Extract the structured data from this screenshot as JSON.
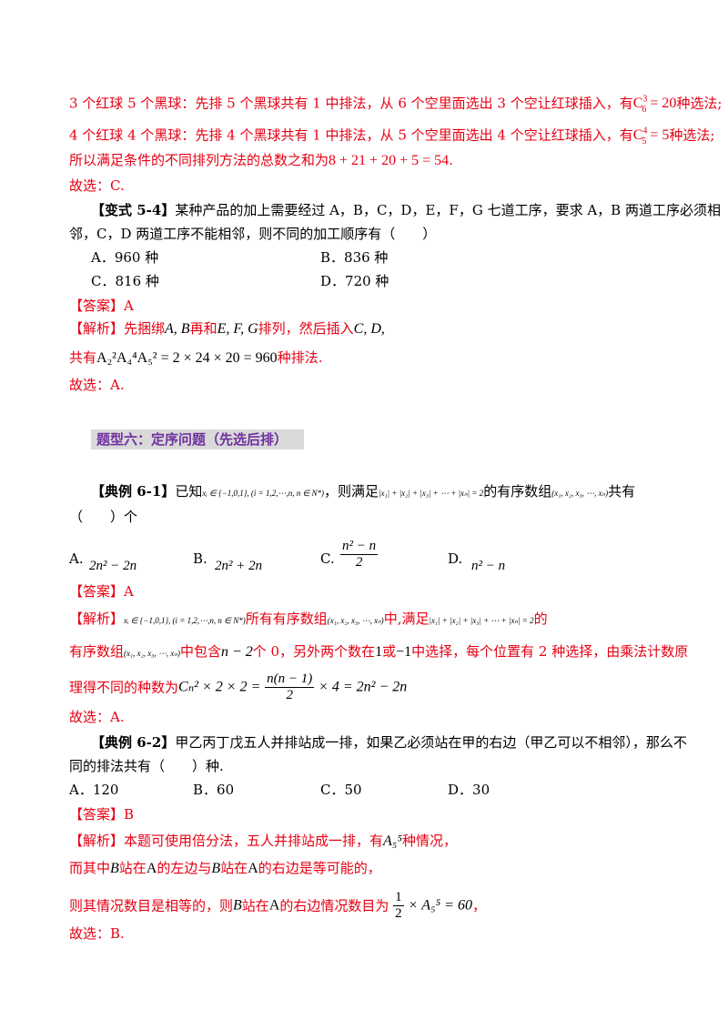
{
  "s1": {
    "l1_text": "3 个红球 5 个黑球：先排 5 个黑球共有 1 中排法，从 6 个空里面选出 3 个空让红球插入，有",
    "l1_math": "C",
    "l1_sup": "3",
    "l1_sub": "6",
    "l1_eq": "= 20",
    "l1_tail": "种选法;",
    "l2_text": "4 个红球 4 个黑球：先排 4 个黑球共有 1 中排法，从 5 个空里面选出 4 个空让红球插入，有",
    "l2_math": "C",
    "l2_sup": "4",
    "l2_sub": "5",
    "l2_eq": "= 5",
    "l2_tail": "种选法;",
    "l3_text": "所以满足条件的不同排列方法的总数之和为",
    "l3_math": "8 + 21 + 20 + 5 = 54",
    "l3_tail": ".",
    "choose": "故选：C."
  },
  "q54": {
    "tag": "【变式 5-4】",
    "line1": "某种产品的加上需要经过 A，B，C，D，E，F，G 七道工序，要求 A，B 两道工序必须相",
    "line2": "邻，C，D 两道工序不能相邻，则不同的加工顺序有（　　）",
    "options": [
      "A．960 种",
      "B．836 种",
      "C．816 种",
      "D．720 种"
    ],
    "answer": "【答案】A",
    "analysis_tag": "【解析】",
    "a1": "先捆绑",
    "a1m1": "A, B",
    "a1b": "再和",
    "a1m2": "E, F, G",
    "a1c": "排列，然后插入",
    "a1m3": "C, D,",
    "a2": "共有",
    "a2m": "A₂²A₄⁴A₅² = 2 × 24 × 20 = 960",
    "a2tail": "种排法.",
    "choose": "故选：A."
  },
  "section_heading": "题型六：定序问题（先选后排）",
  "q61": {
    "tag": "【典例 6-1】",
    "t1": "已知",
    "m1": "xᵢ ∈ {−1,0,1}, (i = 1,2,⋯,n, n ∈ N*)",
    "t2": "，则满足",
    "m2": "|x₁| + |x₂| + |x₃| + ⋯ + |xₙ| = 2",
    "t3": "的有序数组",
    "m3": "(x₁, x₂, x₃, ⋯, xₙ)",
    "t4": "共有",
    "line2": "（　　）个",
    "opts": [
      "A.",
      "B.",
      "C.",
      "D."
    ],
    "optA": "2n² − 2n",
    "optB": "2n² + 2n",
    "optC_num": "n² − n",
    "optC_den": "2",
    "optD": "n² − n",
    "answer": "【答案】A",
    "analysis_tag": "【解析】",
    "a1m": "xᵢ ∈ {−1,0,1}, (i = 1,2,⋯,n, n ∈ N*)",
    "a1": "所有有序数组",
    "a1m2": "(x₁, x₂, x₃, ⋯, xₙ)",
    "a1b": "中,满足",
    "a1m3": "|x₁| + |x₂| + |x₃| + ⋯ + |xₙ| = 2",
    "a1c": "的",
    "a2": "有序数组",
    "a2m": "(x₁, x₂, x₃, ⋯, xₙ)",
    "a2b": "中包含",
    "a2m2": "n − 2",
    "a2c": "个 0，另外两个数在",
    "a2m3": "1",
    "a2d": "或",
    "a2m4": "−1",
    "a2e": "中选择，每个位置有 2 种选择，由乘法计数原",
    "a3": "理得不同的种数为",
    "a3m1": "Cₙ² × 2 × 2 =",
    "a3frac_num": "n(n − 1)",
    "a3frac_den": "2",
    "a3m2": "× 4 = 2n² − 2n",
    "choose": "故选：A."
  },
  "q62": {
    "tag": "【典例 6-2】",
    "line1": "甲乙丙丁戊五人并排站成一排，如果乙必须站在甲的右边（甲乙可以不相邻），那么不",
    "line2": "同的排法共有（　　）种.",
    "options": [
      "A．120",
      "B．60",
      "C．50",
      "D．30"
    ],
    "answer": "【答案】B",
    "analysis_tag": "【解析】",
    "a1": "本题可使用倍分法，五人并排站成一排，有",
    "a1m": "A₅⁵",
    "a1tail": "种情况，",
    "a2a": "而其中",
    "a2m1": "B",
    "a2b": "站在",
    "a2m2": "A",
    "a2c": "的左边与",
    "a2m3": "B",
    "a2d": "站在",
    "a2m4": "A",
    "a2e": "的右边是等可能的，",
    "a3a": "则其情况数目是相等的，则",
    "a3m1": "B",
    "a3b": "站在",
    "a3m2": "A",
    "a3c": "的右边情况数目为",
    "a3frac_num": "1",
    "a3frac_den": "2",
    "a3m3": "× A₅⁵ = 60",
    "a3tail": "，",
    "choose": "故选：B."
  }
}
